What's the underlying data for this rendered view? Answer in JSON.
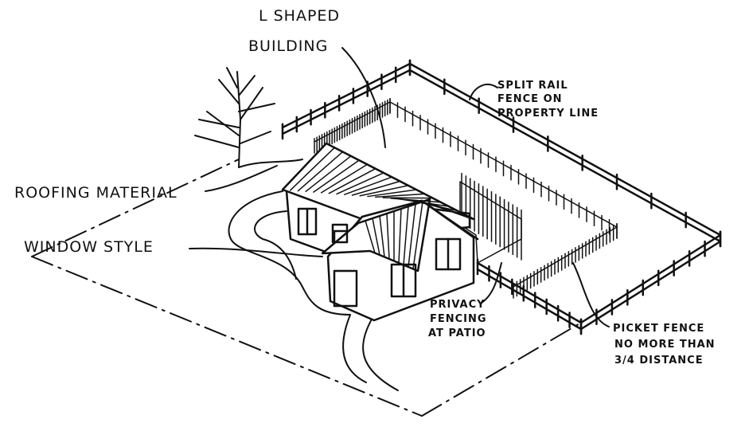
{
  "title": "L-shaped building site sketch",
  "labels": {
    "building": [
      "L SHAPED",
      "BUILDING"
    ],
    "split_rail": [
      "SPLIT RAIL",
      "FENCE ON",
      "PROPERTY LINE"
    ],
    "roofing": "ROOFING MATERIAL",
    "window": "WINDOW   STYLE",
    "privacy": [
      "PRIVACY",
      "FENCING",
      "AT PATIO"
    ],
    "picket": [
      "PICKET FENCE",
      "NO MORE THAN",
      "3/4 DISTANCE"
    ]
  },
  "colors": {
    "ink": "#111111",
    "paper": "#ffffff"
  }
}
